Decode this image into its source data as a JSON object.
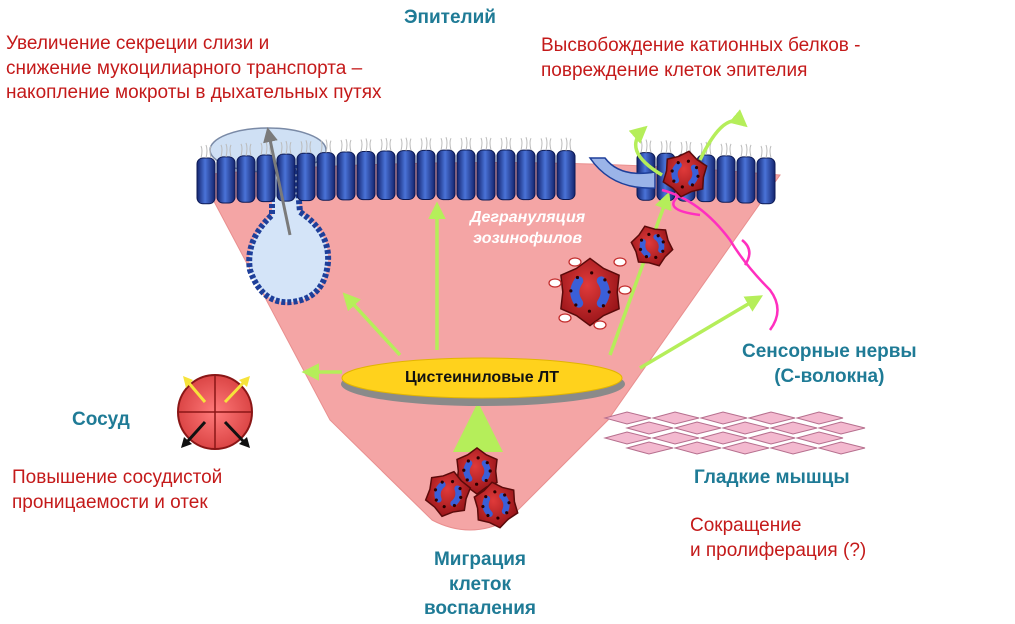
{
  "labels": {
    "epithelium": "Эпителий",
    "mucus_effect": [
      "Увеличение секреции слизи и",
      "снижение мукоцилиарного транспорта –",
      "накопление мокроты в дыхательных путях"
    ],
    "cationic_effect": [
      "Высвобождение катионных белков -",
      "повреждение клеток эпителия"
    ],
    "degranulation": [
      "Дегрануляция",
      "эозинофилов"
    ],
    "center_mediator": "Цистеиниловые ЛТ",
    "sensory_nerves": [
      "Сенсорные нервы",
      "(С-волокна)"
    ],
    "vessel": "Сосуд",
    "vessel_effect": [
      "Повышение сосудистой",
      "проницаемости и отек"
    ],
    "smooth_muscle": "Гладкие мышцы",
    "muscle_effect": [
      "Сокращение",
      "и пролиферация (?)"
    ],
    "migration": [
      "Миграция",
      "клеток",
      "воспаления"
    ]
  },
  "colors": {
    "teal_text": "#1f7b96",
    "red_text": "#c41a1a",
    "funnel": "#f4a5a5",
    "arrow": "#b5ee5a",
    "oval": "#ffd21c",
    "epithelial_cell": "#1f3e9a",
    "nerve": "#ff2fbf"
  }
}
